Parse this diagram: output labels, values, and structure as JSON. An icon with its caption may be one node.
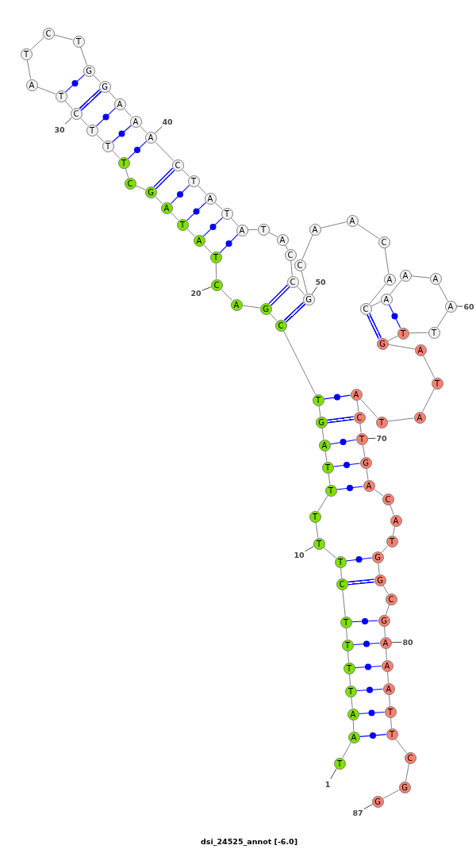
{
  "diagram": {
    "title": "dsi_24525_annot [-6.0]",
    "nodes": [
      {
        "text": [
          "T"
        ]
      },
      {
        "text": [
          "A"
        ]
      },
      {
        "text": [
          "A"
        ]
      },
      {
        "text": [
          "T"
        ]
      },
      {
        "text": [
          "T"
        ]
      },
      {
        "text": [
          "T"
        ]
      },
      {
        "text": [
          "T"
        ]
      },
      {
        "text": [
          "C"
        ]
      },
      {
        "text": [
          "T"
        ]
      },
      {
        "text": [
          "T"
        ]
      },
      {
        "text": [
          "T"
        ]
      },
      {
        "text": [
          "T"
        ]
      },
      {
        "text": [
          "T"
        ]
      },
      {
        "text": [
          "A"
        ]
      },
      {
        "text": [
          "G"
        ]
      },
      {
        "text": [
          "T"
        ]
      },
      {
        "text": [
          "C"
        ]
      },
      {
        "text": [
          "G"
        ]
      },
      {
        "text": [
          "A"
        ]
      },
      {
        "text": [
          "C"
        ]
      },
      {
        "text": [
          "T"
        ]
      },
      {
        "text": [
          "A"
        ]
      },
      {
        "text": [
          "T"
        ]
      },
      {
        "text": [
          "A"
        ]
      },
      {
        "text": [
          "G"
        ]
      },
      {
        "text": [
          "C"
        ]
      },
      {
        "text": [
          "T"
        ]
      },
      {
        "text": [
          "T"
        ]
      },
      {
        "text": [
          "T"
        ]
      },
      {
        "text": [
          "C"
        ]
      },
      {
        "text": [
          "T"
        ]
      },
      {
        "text": [
          "A"
        ]
      },
      {
        "text": [
          "T"
        ]
      },
      {
        "text": [
          "C"
        ]
      },
      {
        "text": [
          "T"
        ]
      },
      {
        "text": [
          "G"
        ]
      },
      {
        "text": [
          "G"
        ]
      },
      {
        "text": [
          "A"
        ]
      },
      {
        "text": [
          "A"
        ]
      },
      {
        "text": [
          "A"
        ]
      },
      {
        "text": [
          "C"
        ]
      },
      {
        "text": [
          "T"
        ]
      },
      {
        "text": [
          "A"
        ]
      },
      {
        "text": [
          "T"
        ]
      },
      {
        "text": [
          "A"
        ]
      },
      {
        "text": [
          "T"
        ]
      },
      {
        "text": [
          "A"
        ]
      },
      {
        "text": [
          "C"
        ]
      },
      {
        "text": [
          "C"
        ]
      },
      {
        "text": [
          "G"
        ]
      },
      {
        "text": [
          "C"
        ]
      },
      {
        "text": [
          "A"
        ]
      },
      {
        "text": [
          "A"
        ]
      },
      {
        "text": [
          "C"
        ]
      },
      {
        "text": [
          "A"
        ]
      },
      {
        "text": [
          "C"
        ]
      },
      {
        "text": [
          "A"
        ]
      },
      {
        "text": [
          "A"
        ]
      },
      {
        "text": [
          "A"
        ]
      },
      {
        "text": [
          "A"
        ]
      },
      {
        "text": [
          "T"
        ]
      },
      {
        "text": [
          "T"
        ]
      },
      {
        "text": [
          "G"
        ]
      },
      {
        "text": [
          "A"
        ]
      },
      {
        "text": [
          "T"
        ]
      },
      {
        "text": [
          "A"
        ]
      },
      {
        "text": [
          "T"
        ]
      },
      {
        "text": [
          "A"
        ]
      },
      {
        "text": [
          "C"
        ]
      },
      {
        "text": [
          "T"
        ]
      },
      {
        "text": [
          "G"
        ]
      },
      {
        "text": [
          "A"
        ]
      },
      {
        "text": [
          "C"
        ]
      },
      {
        "text": [
          "A"
        ]
      },
      {
        "text": [
          "T"
        ]
      },
      {
        "text": [
          "G"
        ]
      },
      {
        "text": [
          "G"
        ]
      },
      {
        "text": [
          "C"
        ]
      },
      {
        "text": [
          "G"
        ]
      },
      {
        "text": [
          "A"
        ]
      },
      {
        "text": [
          "A"
        ]
      },
      {
        "text": [
          "A"
        ]
      },
      {
        "text": [
          "T"
        ]
      },
      {
        "text": [
          "T"
        ]
      },
      {
        "text": [
          "C"
        ]
      },
      {
        "text": [
          "G"
        ]
      },
      {
        "text": [
          "G"
        ]
      },
      {
        "text": [
          "1"
        ]
      },
      {
        "text": [
          "10"
        ]
      },
      {
        "text": [
          "20"
        ]
      },
      {
        "text": [
          "30"
        ]
      },
      {
        "text": [
          "40"
        ]
      },
      {
        "text": [
          "50"
        ]
      },
      {
        "text": [
          "60"
        ]
      },
      {
        "text": [
          "70"
        ]
      },
      {
        "text": [
          "80"
        ]
      },
      {
        "text": [
          "87"
        ]
      }
    ],
    "edges": [
      {
        "from": 0,
        "to": 1,
        "arrow": "none"
      },
      {
        "from": 1,
        "to": 2,
        "arrow": "none"
      },
      {
        "from": 2,
        "to": 3,
        "arrow": "none"
      },
      {
        "from": 3,
        "to": 4,
        "arrow": "none"
      },
      {
        "from": 4,
        "to": 5,
        "arrow": "none"
      },
      {
        "from": 5,
        "to": 6,
        "arrow": "none"
      },
      {
        "from": 6,
        "to": 7,
        "arrow": "none"
      },
      {
        "from": 7,
        "to": 8,
        "arrow": "none"
      },
      {
        "from": 8,
        "to": 9,
        "arrow": "none"
      },
      {
        "from": 9,
        "to": 10,
        "arrow": "none"
      },
      {
        "from": 10,
        "to": 11,
        "arrow": "none"
      },
      {
        "from": 11,
        "to": 12,
        "arrow": "none"
      },
      {
        "from": 12,
        "to": 13,
        "arrow": "none"
      },
      {
        "from": 13,
        "to": 14,
        "arrow": "none"
      },
      {
        "from": 14,
        "to": 15,
        "arrow": "none"
      },
      {
        "from": 15,
        "to": 16,
        "arrow": "none"
      },
      {
        "from": 16,
        "to": 17,
        "arrow": "none"
      },
      {
        "from": 17,
        "to": 18,
        "arrow": "none"
      },
      {
        "from": 18,
        "to": 19,
        "arrow": "none"
      },
      {
        "from": 19,
        "to": 20,
        "arrow": "none"
      },
      {
        "from": 20,
        "to": 21,
        "arrow": "none"
      },
      {
        "from": 21,
        "to": 22,
        "arrow": "none"
      },
      {
        "from": 22,
        "to": 23,
        "arrow": "none"
      },
      {
        "from": 23,
        "to": 24,
        "arrow": "none"
      },
      {
        "from": 24,
        "to": 25,
        "arrow": "none"
      },
      {
        "from": 25,
        "to": 26,
        "arrow": "none"
      },
      {
        "from": 26,
        "to": 27,
        "arrow": "none"
      },
      {
        "from": 27,
        "to": 28,
        "arrow": "none"
      },
      {
        "from": 28,
        "to": 29,
        "arrow": "none"
      },
      {
        "from": 29,
        "to": 30,
        "arrow": "none"
      },
      {
        "from": 30,
        "to": 31,
        "arrow": "none"
      },
      {
        "from": 31,
        "to": 32,
        "arrow": "none"
      },
      {
        "from": 32,
        "to": 33,
        "arrow": "none"
      },
      {
        "from": 33,
        "to": 34,
        "arrow": "none"
      },
      {
        "from": 34,
        "to": 35,
        "arrow": "none"
      },
      {
        "from": 35,
        "to": 36,
        "arrow": "none"
      },
      {
        "from": 36,
        "to": 37,
        "arrow": "none"
      },
      {
        "from": 37,
        "to": 38,
        "arrow": "none"
      },
      {
        "from": 38,
        "to": 39,
        "arrow": "none"
      },
      {
        "from": 39,
        "to": 40,
        "arrow": "none"
      },
      {
        "from": 40,
        "to": 41,
        "arrow": "none"
      },
      {
        "from": 41,
        "to": 42,
        "arrow": "none"
      },
      {
        "from": 42,
        "to": 43,
        "arrow": "none"
      },
      {
        "from": 43,
        "to": 44,
        "arrow": "none"
      },
      {
        "from": 44,
        "to": 45,
        "arrow": "none"
      },
      {
        "from": 45,
        "to": 46,
        "arrow": "none"
      },
      {
        "from": 46,
        "to": 47,
        "arrow": "none"
      },
      {
        "from": 47,
        "to": 48,
        "arrow": "none"
      },
      {
        "from": 48,
        "to": 49,
        "arrow": "none"
      },
      {
        "from": 49,
        "to": 50,
        "arrow": "none"
      },
      {
        "from": 50,
        "to": 51,
        "arrow": "none"
      },
      {
        "from": 51,
        "to": 52,
        "arrow": "none"
      },
      {
        "from": 52,
        "to": 53,
        "arrow": "none"
      },
      {
        "from": 53,
        "to": 54,
        "arrow": "none"
      },
      {
        "from": 54,
        "to": 55,
        "arrow": "none"
      },
      {
        "from": 55,
        "to": 56,
        "arrow": "none"
      },
      {
        "from": 56,
        "to": 57,
        "arrow": "none"
      },
      {
        "from": 57,
        "to": 58,
        "arrow": "none"
      },
      {
        "from": 58,
        "to": 59,
        "arrow": "none"
      },
      {
        "from": 59,
        "to": 60,
        "arrow": "none"
      },
      {
        "from": 60,
        "to": 61,
        "arrow": "none"
      },
      {
        "from": 61,
        "to": 62,
        "arrow": "none"
      },
      {
        "from": 62,
        "to": 63,
        "arrow": "none"
      },
      {
        "from": 63,
        "to": 64,
        "arrow": "none"
      },
      {
        "from": 64,
        "to": 65,
        "arrow": "none"
      },
      {
        "from": 65,
        "to": 66,
        "arrow": "none"
      },
      {
        "from": 66,
        "to": 67,
        "arrow": "none"
      },
      {
        "from": 67,
        "to": 68,
        "arrow": "none"
      },
      {
        "from": 68,
        "to": 69,
        "arrow": "none"
      },
      {
        "from": 69,
        "to": 70,
        "arrow": "none"
      },
      {
        "from": 70,
        "to": 71,
        "arrow": "none"
      },
      {
        "from": 71,
        "to": 72,
        "arrow": "none"
      },
      {
        "from": 72,
        "to": 73,
        "arrow": "none"
      },
      {
        "from": 73,
        "to": 74,
        "arrow": "none"
      },
      {
        "from": 74,
        "to": 75,
        "arrow": "none"
      },
      {
        "from": 75,
        "to": 76,
        "arrow": "none"
      },
      {
        "from": 76,
        "to": 77,
        "arrow": "none"
      },
      {
        "from": 77,
        "to": 78,
        "arrow": "none"
      },
      {
        "from": 78,
        "to": 79,
        "arrow": "none"
      },
      {
        "from": 79,
        "to": 80,
        "arrow": "none"
      },
      {
        "from": 80,
        "to": 81,
        "arrow": "none"
      },
      {
        "from": 81,
        "to": 82,
        "arrow": "none"
      },
      {
        "from": 82,
        "to": 83,
        "arrow": "none"
      },
      {
        "from": 83,
        "to": 84,
        "arrow": "none"
      },
      {
        "from": 84,
        "to": 85,
        "arrow": "none"
      },
      {
        "from": 85,
        "to": 86,
        "arrow": "none"
      },
      {
        "from": 1,
        "to": 83,
        "arrow": "none",
        "color": "#0000ff"
      },
      {
        "from": 2,
        "to": 82,
        "arrow": "none",
        "color": "#0000ff"
      },
      {
        "from": 3,
        "to": 81,
        "arrow": "none",
        "color": "#0000ff"
      },
      {
        "from": 4,
        "to": 80,
        "arrow": "none",
        "color": "#0000ff"
      },
      {
        "from": 5,
        "to": 79,
        "arrow": "none",
        "color": "#0000ff"
      },
      {
        "from": 6,
        "to": 78,
        "arrow": "none",
        "color": "#0000ff"
      },
      {
        "from": 7,
        "to": 76,
        "arrow": "none",
        "style": "thick",
        "color": "#0000ff"
      },
      {
        "from": 8,
        "to": 75,
        "arrow": "none",
        "color": "#0000ff"
      },
      {
        "from": 11,
        "to": 71,
        "arrow": "none",
        "color": "#0000ff"
      },
      {
        "from": 12,
        "to": 70,
        "arrow": "none",
        "color": "#0000ff"
      },
      {
        "from": 13,
        "to": 69,
        "arrow": "none",
        "color": "#0000ff"
      },
      {
        "from": 14,
        "to": 68,
        "arrow": "none",
        "style": "thick",
        "color": "#0000ff"
      },
      {
        "from": 15,
        "to": 67,
        "arrow": "none",
        "color": "#0000ff"
      },
      {
        "from": 16,
        "to": 49,
        "arrow": "none",
        "style": "thick",
        "color": "#0000ff"
      },
      {
        "from": 17,
        "to": 48,
        "arrow": "none",
        "style": "thick",
        "color": "#0000ff"
      },
      {
        "from": 20,
        "to": 44,
        "arrow": "none",
        "color": "#0000ff"
      },
      {
        "from": 21,
        "to": 43,
        "arrow": "none",
        "color": "#0000ff"
      },
      {
        "from": 22,
        "to": 42,
        "arrow": "none",
        "color": "#0000ff"
      },
      {
        "from": 23,
        "to": 41,
        "arrow": "none",
        "color": "#0000ff"
      },
      {
        "from": 24,
        "to": 40,
        "arrow": "none",
        "style": "thick",
        "color": "#0000ff"
      },
      {
        "from": 26,
        "to": 39,
        "arrow": "none",
        "color": "#0000ff"
      },
      {
        "from": 27,
        "to": 38,
        "arrow": "none",
        "color": "#0000ff"
      },
      {
        "from": 28,
        "to": 37,
        "arrow": "none",
        "color": "#0000ff"
      },
      {
        "from": 29,
        "to": 36,
        "arrow": "none",
        "style": "thick",
        "color": "#0000ff"
      },
      {
        "from": 30,
        "to": 35,
        "arrow": "none",
        "color": "#0000ff"
      },
      {
        "from": 55,
        "to": 62,
        "arrow": "none",
        "style": "thick",
        "color": "#0000ff"
      },
      {
        "from": 56,
        "to": 61,
        "arrow": "none",
        "color": "#0000ff"
      },
      {
        "from": 87,
        "to": 0,
        "arrow": "none",
        "color": "#444444"
      },
      {
        "from": 88,
        "to": 9,
        "arrow": "none",
        "color": "#444444"
      },
      {
        "from": 89,
        "to": 19,
        "arrow": "none",
        "color": "#444444"
      },
      {
        "from": 90,
        "to": 29,
        "arrow": "none",
        "color": "#444444"
      },
      {
        "from": 91,
        "to": 39,
        "arrow": "none",
        "color": "#444444"
      },
      {
        "from": 92,
        "to": 49,
        "arrow": "none",
        "color": "#444444"
      },
      {
        "from": 93,
        "to": 59,
        "arrow": "none",
        "color": "#444444"
      },
      {
        "from": 94,
        "to": 69,
        "arrow": "none",
        "color": "#444444"
      },
      {
        "from": 95,
        "to": 79,
        "arrow": "none",
        "color": "#444444"
      },
      {
        "from": 96,
        "to": 86,
        "arrow": "none",
        "color": "#444444"
      }
    ]
  }
}
